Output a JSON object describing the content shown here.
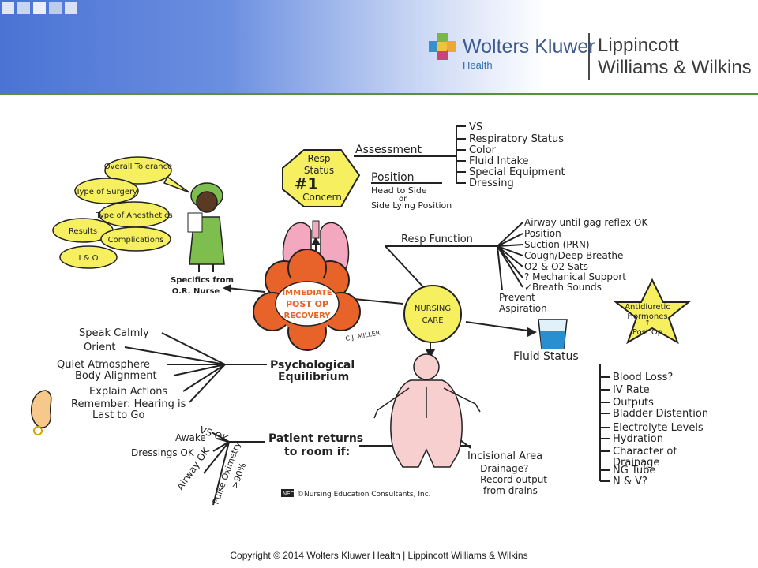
{
  "header": {
    "brand_primary": "Wolters Kluwer",
    "brand_sub": "Health",
    "brand_secondary_line1": "Lippincott",
    "brand_secondary_line2": "Williams & Wilkins"
  },
  "diagram": {
    "center": [
      "IMMEDIATE",
      "POST OP",
      "RECOVERY"
    ],
    "signature": "C.J. MILLER",
    "resp_status": [
      "Resp",
      "Status",
      "#1",
      "Concern"
    ],
    "assessment": {
      "label": "Assessment",
      "items": [
        "VS",
        "Respiratory Status",
        "Color",
        "Fluid Intake",
        "Special Equipment",
        "Dressing"
      ]
    },
    "position": {
      "label": "Position",
      "lines": [
        "Head to Side",
        "or",
        "Side Lying Position"
      ]
    },
    "resp_function": {
      "label": "Resp Function",
      "items": [
        "Airway until gag reflex OK",
        "Position",
        "Suction (PRN)",
        "Cough/Deep Breathe",
        "O2 & O2 Sats",
        "? Mechanical Support",
        "✓Breath Sounds"
      ],
      "prevent": [
        "Prevent",
        "Aspiration"
      ]
    },
    "nursing_care": [
      "NURSING",
      "CARE"
    ],
    "antidiuretic": [
      "Antidiuretic",
      "Hormones",
      "Post Op"
    ],
    "fluid_status": {
      "label": "Fluid Status",
      "items": [
        "Blood Loss?",
        "IV Rate",
        "Outputs",
        "Bladder Distention",
        "Electrolyte Levels",
        "Hydration",
        "Character of",
        "Drainage",
        "NG Tube",
        "N & V?"
      ]
    },
    "or_nurse": {
      "label": [
        "Specifics from",
        "O.R. Nurse"
      ],
      "bubbles": [
        "Overall Tolerance",
        "Type of Surgery",
        "Type of Anesthetics",
        "Results",
        "Complications",
        "I & O"
      ]
    },
    "psych": {
      "label": [
        "Psychological",
        "Equilibrium"
      ],
      "items": [
        "Speak Calmly",
        "Orient",
        "Quiet Atmosphere",
        "Body Alignment",
        "Explain Actions",
        "Remember: Hearing is",
        "Last to Go"
      ]
    },
    "returns": {
      "label": [
        "Patient returns",
        "to room if:"
      ],
      "items": [
        "VS OK",
        "Awake",
        "Dressings OK",
        "Airway OK",
        "Pulse Oximetry",
        ">90%"
      ]
    },
    "incisional": {
      "label": "Incisional Area",
      "items": [
        "- Drainage?",
        "- Record output",
        "from drains"
      ]
    },
    "credit_mark": "NEC",
    "credit": "©Nursing Education Consultants, Inc."
  },
  "footer": "Copyright © 2014 Wolters Kluwer Health | Lippincott Williams & Wilkins",
  "colors": {
    "header_blue": "#4a73d4",
    "center_orange": "#e8632a",
    "bubble_yellow": "#f6f060",
    "lung_pink": "#f3a8c0",
    "body_pink": "#f7cfcf"
  }
}
